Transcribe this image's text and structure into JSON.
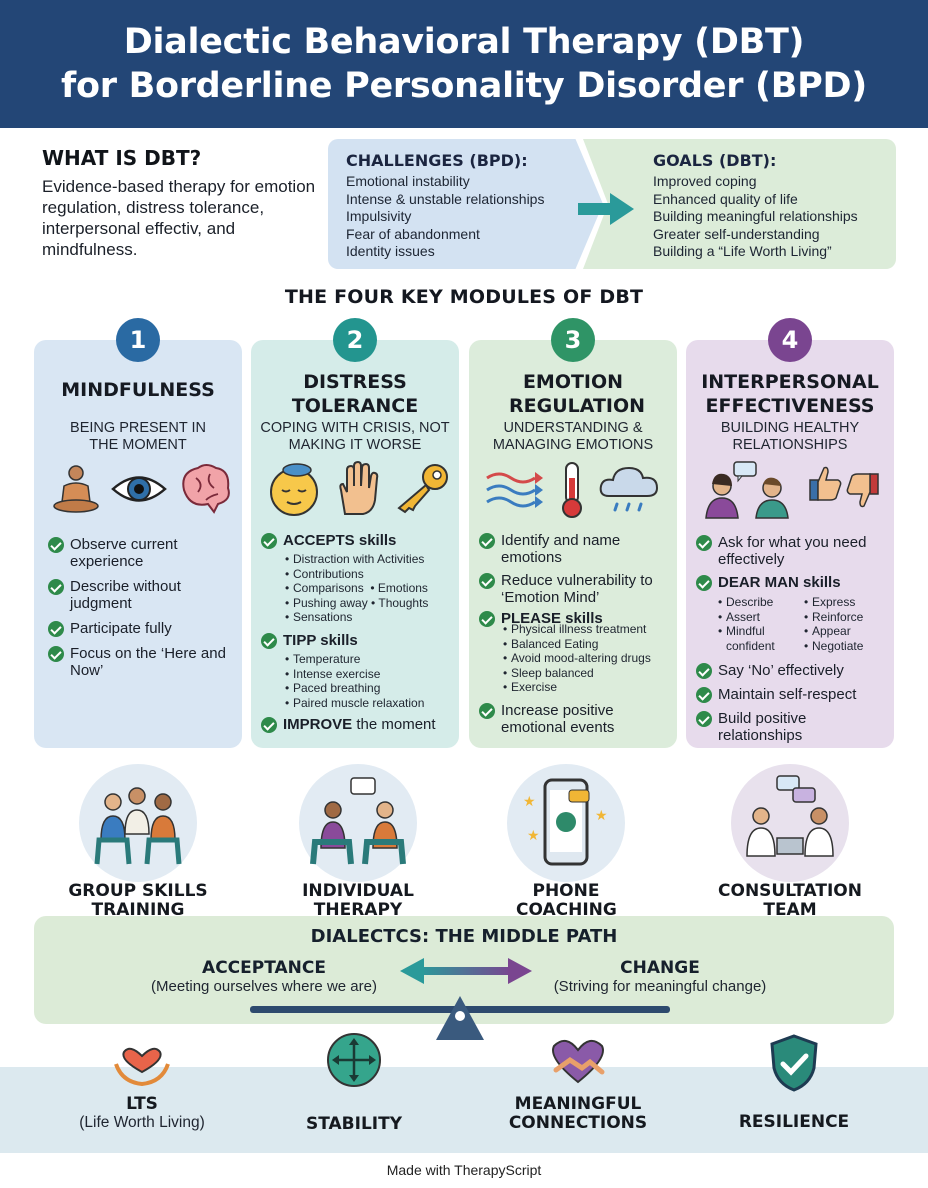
{
  "header": {
    "title_line1": "Dialectic Behavioral Therapy (DBT)",
    "title_line2": "for Borderline Personality Disorder (BPD)"
  },
  "what_is": {
    "heading": "WHAT IS DBT?",
    "body": "Evidence-based therapy for emotion regulation, distress tolerance, interpersonal effectiv, and mindfulness."
  },
  "challenges": {
    "heading": "CHALLENGES (BPD):",
    "items": [
      "Emotional instability",
      "Intense & unstable relationships",
      "Impulsivity",
      "Fear of abandonment",
      "Identity issues"
    ]
  },
  "goals": {
    "heading": "GOALS (DBT):",
    "items": [
      "Improved coping",
      "Enhanced quality of life",
      "Building meaningful relationships",
      "Greater self-understanding",
      "Building a “Life Worth Living”"
    ]
  },
  "modules_title": "THE FOUR KEY MODULES OF DBT",
  "modules": [
    {
      "number": "1",
      "title": "MINDFULNESS",
      "subtitle": "BEING PRESENT IN THE MOMENT",
      "items": [
        "Observe current experience",
        "Describe without judgment",
        "Participate fully",
        "Focus on the ‘Here and Now’"
      ]
    },
    {
      "number": "2",
      "title": "DISTRESS TOLERANCE",
      "subtitle": "COPING WITH CRISIS, NOT MAKING IT WORSE",
      "accepts_bold": "ACCEPTS",
      "accepts_rest": " skills",
      "accepts_sub": [
        "Distraction with Activities",
        "Contributions",
        "Comparisons",
        "Emotions",
        "Pushing away",
        "Thoughts",
        "Sensations"
      ],
      "tipp_bold": "TIPP",
      "tipp_rest": " skills",
      "tipp_sub": [
        "Temperature",
        "Intense exercise",
        "Paced breathing",
        "Paired muscle relaxation"
      ],
      "improve_bold": "IMPROVE",
      "improve_rest": " the moment"
    },
    {
      "number": "3",
      "title": "EMOTION REGULATION",
      "subtitle": "UNDERSTANDING & MANAGING EMOTIONS",
      "item1": "Identify and name emotions",
      "item2": "Reduce vulnerability to ‘Emotion Mind’",
      "please_bold": "PLEASE",
      "please_rest": " skills",
      "please_sub": [
        "Physical illness treatment",
        "Balanced Eating",
        "Avoid mood-altering drugs",
        "Sleep balanced",
        "Exercise"
      ],
      "item4": "Increase positive emotional events"
    },
    {
      "number": "4",
      "title": "INTERPERSONAL EFFECTIVENESS",
      "subtitle": "BUILDING HEALTHY RELATIONSHIPS",
      "item1": "Ask for what you need effectively",
      "dear_bold": "DEAR MAN",
      "dear_rest": " skills",
      "dear_sub_left": [
        "Describe",
        "Assert",
        "Mindful confident"
      ],
      "dear_sub_right": [
        "Express",
        "Reinforce",
        "Appear",
        "Negotiate"
      ],
      "item3": "Say ‘No’ effectively",
      "item4": "Maintain self-respect",
      "item5": "Build positive relationships"
    }
  ],
  "modes": [
    "GROUP SKILLS TRAINING",
    "INDIVIDUAL THERAPY",
    "PHONE COACHING",
    "CONSULTATION TEAM"
  ],
  "dialectics": {
    "heading": "DIALECTCS: THE MIDDLE PATH",
    "left_title": "ACCEPTANCE",
    "left_sub": "(Meeting ourselves where we are)",
    "right_title": "CHANGE",
    "right_sub": "(Striving for meaningful change)"
  },
  "outcomes": [
    {
      "title": "LTS",
      "sub": "(Life Worth Living)"
    },
    {
      "title": "STABILITY",
      "sub": ""
    },
    {
      "title": "MEANINGFUL CONNECTIONS",
      "sub": ""
    },
    {
      "title": "RESILIENCE",
      "sub": ""
    }
  ],
  "footer": "Made with TherapyScript",
  "colors": {
    "header_bg": "#234676",
    "module1": "#2a6aa3",
    "module2": "#23958f",
    "module3": "#2f9466",
    "module4": "#7a4590",
    "check": "#2e8a4a"
  }
}
